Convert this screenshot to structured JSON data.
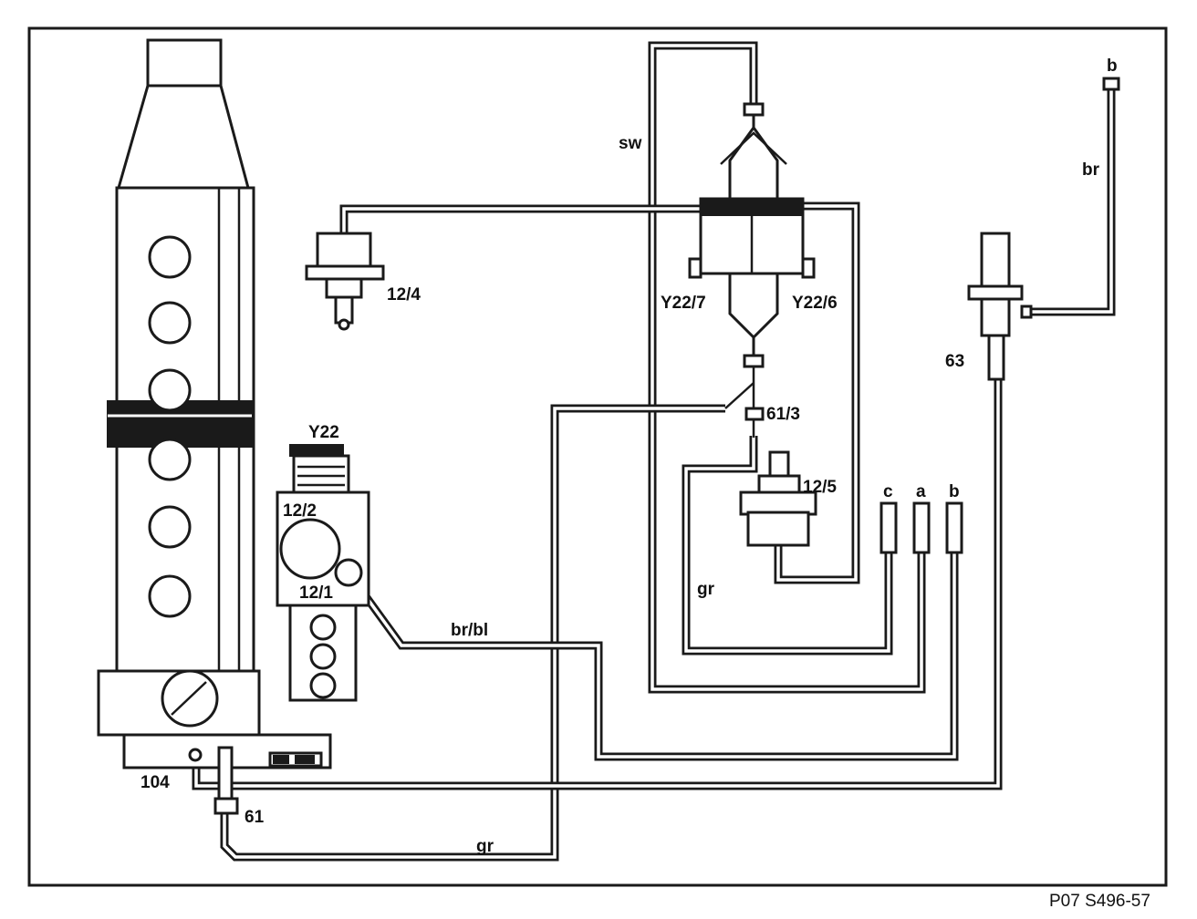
{
  "labels": {
    "sw": "sw",
    "b_top": "b",
    "br": "br",
    "part_12_4": "12/4",
    "y22_7": "Y22/7",
    "y22_6": "Y22/6",
    "part_63": "63",
    "part_61_3": "61/3",
    "y22": "Y22",
    "part_12_5": "12/5",
    "c": "c",
    "a": "a",
    "b_mid": "b",
    "part_12_2": "12/2",
    "part_12_1": "12/1",
    "gr_mid": "gr",
    "br_bl": "br/bl",
    "part_104": "104",
    "part_61": "61",
    "gr_bottom": "gr"
  },
  "figure_ref": "P07 S496-57"
}
